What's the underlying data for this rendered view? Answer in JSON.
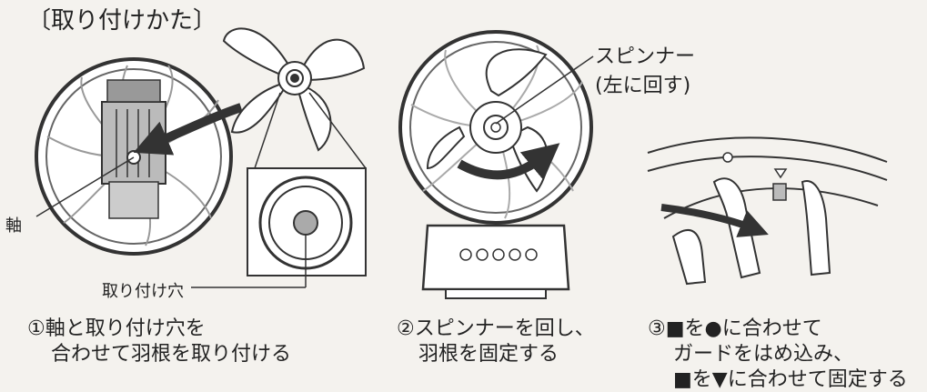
{
  "title": "〔取り付けかた〕",
  "labels": {
    "shaft": "軸",
    "mount_hole": "取り付け穴",
    "spinner_line1": "スピンナー",
    "spinner_line2": "(左に回す)"
  },
  "steps": [
    {
      "line1": "①軸と取り付け穴を",
      "line2": "合わせて羽根を取り付ける"
    },
    {
      "line1": "②スピンナーを回し、",
      "line2": "羽根を固定する"
    },
    {
      "line1": "③■を●に合わせて",
      "line2": "ガードをはめ込み、",
      "line3": "■を▼に合わせて固定する"
    }
  ]
}
